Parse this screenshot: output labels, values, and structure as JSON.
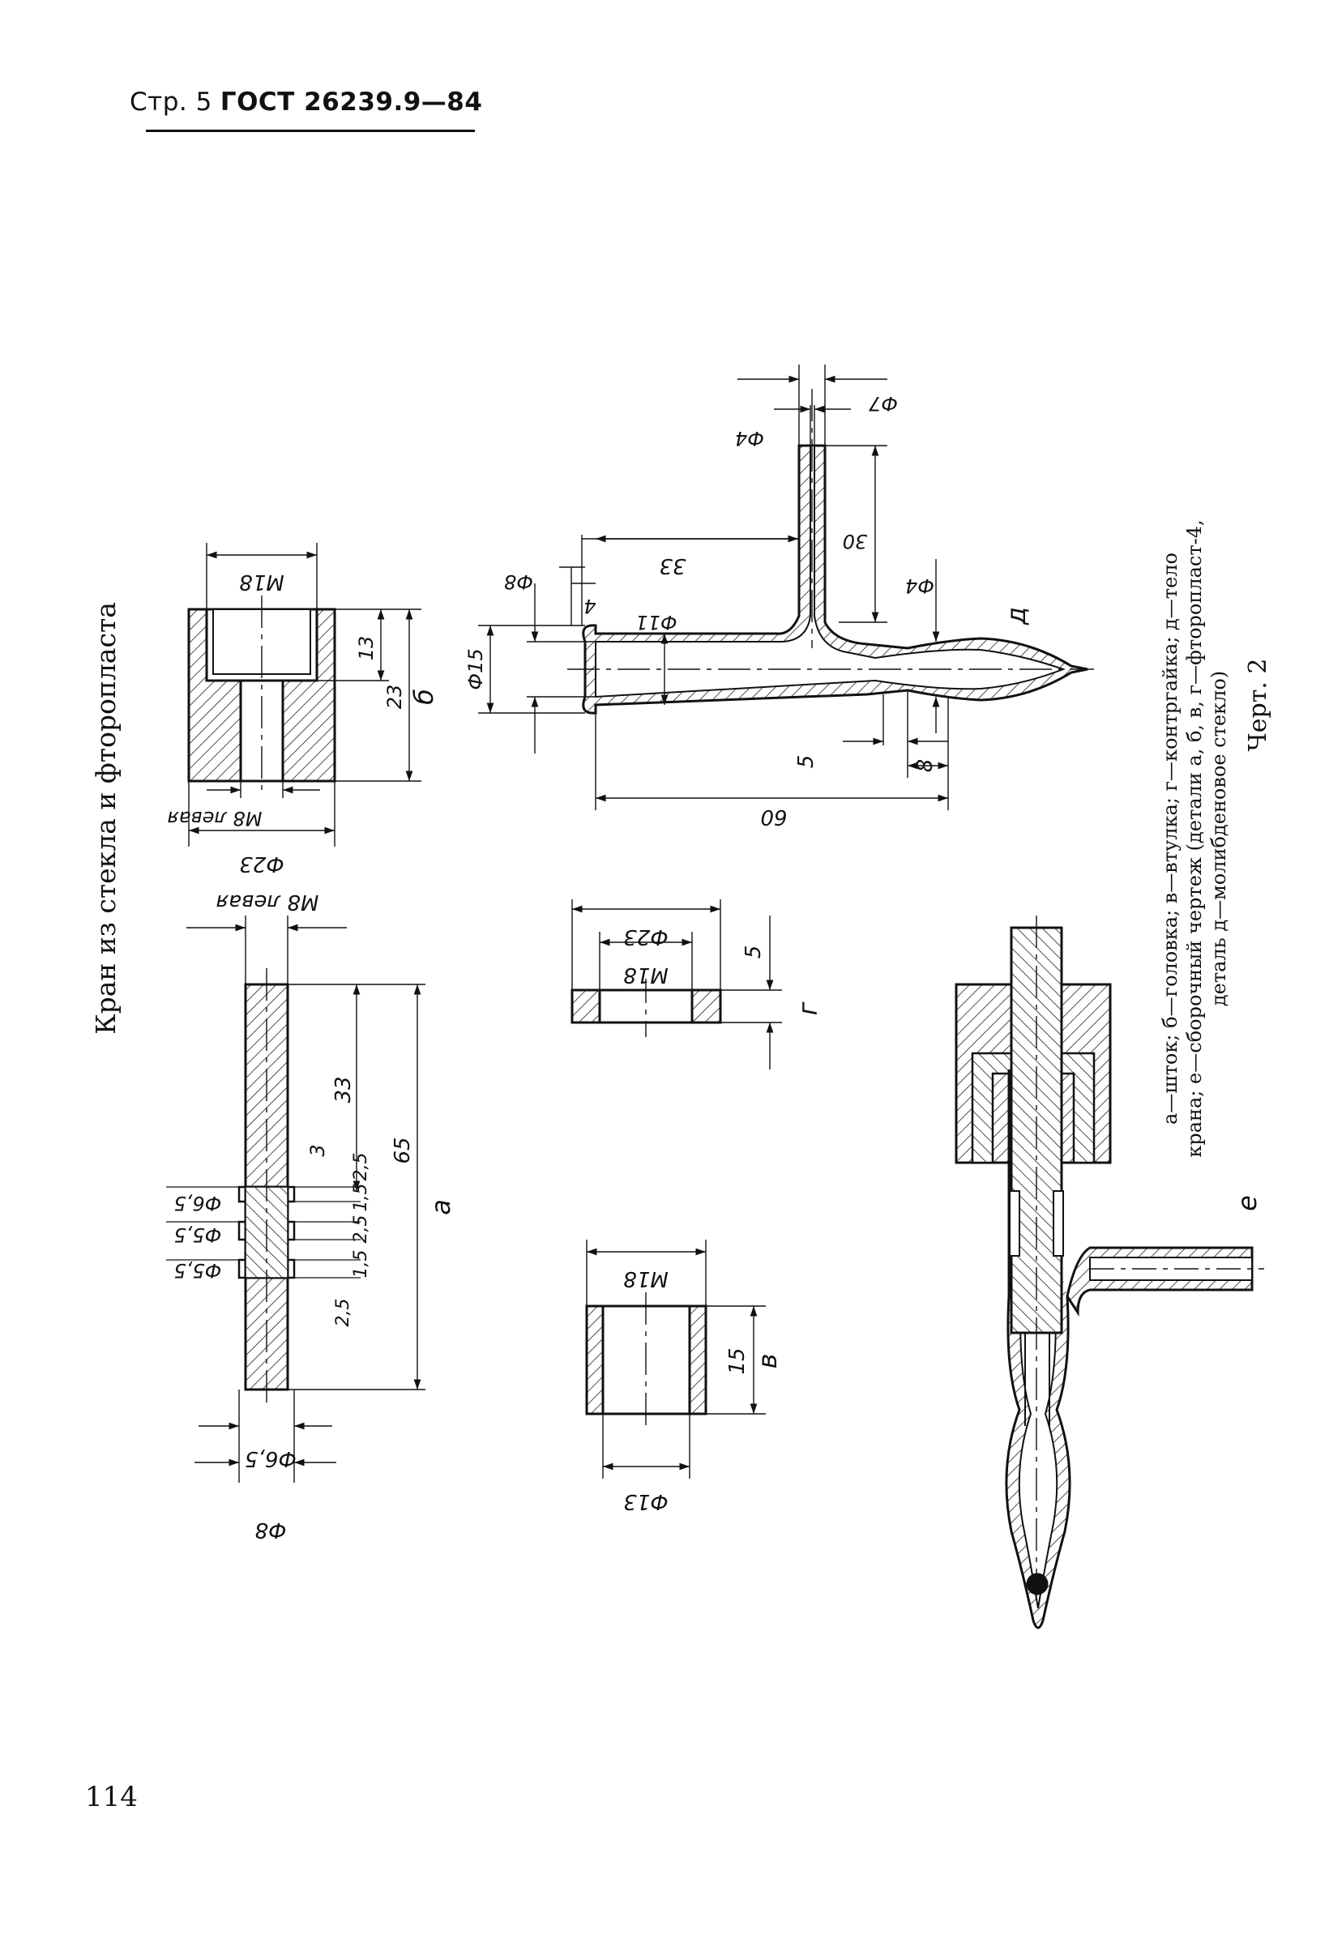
{
  "header": {
    "page_label": "Стр. 5",
    "standard": "ГОСТ 26239.9—84"
  },
  "page_number": "114",
  "figure": {
    "title": "Кран из стекла и фторопласта",
    "caption": "Черт. 2",
    "legend_lines": [
      "а—шток;  б—головка;  в—втулка;  г—контргайка;  д—тело",
      "крана; е—сборочный  чертеж (детали а, б, в, г—фторопласт-4,",
      "деталь д—молибденовое стекло)"
    ],
    "parts": {
      "a": {
        "label": "а",
        "dims": {
          "d8": "Ф8",
          "d65_bottom": "Ф6,5",
          "thread": "М8 левая",
          "d65": "Ф6,5",
          "d55a": "Ф5,5",
          "d55b": "Ф5,5",
          "l25a": "2,5",
          "l15a": "1,5",
          "l25b": "2,5",
          "l15b": "1,5",
          "l25c": "2,5",
          "l3": "3",
          "l33": "33",
          "l65": "65"
        }
      },
      "b": {
        "label": "б",
        "dims": {
          "d23": "Ф23",
          "thread": "М8 левая",
          "m18": "М18",
          "l13": "13",
          "l23": "23"
        }
      },
      "v": {
        "label": "в",
        "dims": {
          "d13": "Ф13",
          "m18": "М18",
          "l15": "15"
        }
      },
      "g": {
        "label": "г",
        "dims": {
          "d23": "Ф23",
          "m18": "М18",
          "l5": "5"
        }
      },
      "d": {
        "label": "д",
        "dims": {
          "l60": "60",
          "l5": "5",
          "l8": "8",
          "d15": "Ф15",
          "d8": "Ф8",
          "l4": "4",
          "d11": "Ф11",
          "l33": "33",
          "d4a": "Ф4",
          "l30": "30",
          "d4": "Ф4",
          "d7": "Ф7"
        }
      },
      "e": {
        "label": "е"
      }
    }
  }
}
